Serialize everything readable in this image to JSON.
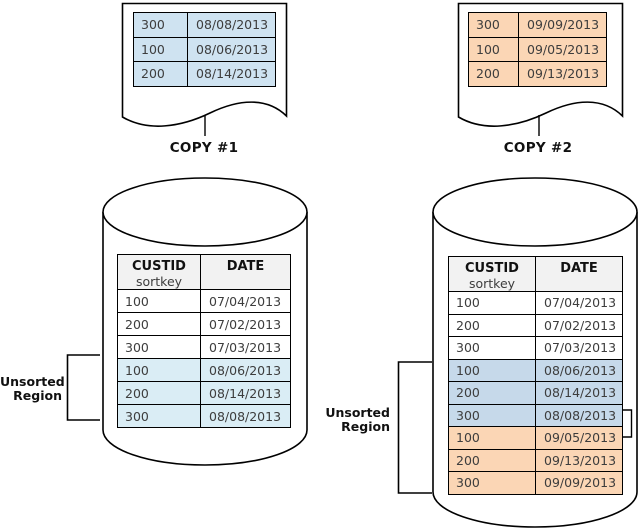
{
  "colors": {
    "copy1-fill": "#cfe3f1",
    "copy2-fill": "#fbd6b5",
    "unsorted1-fill": "#daedf5",
    "unsorted2-blue-fill": "#c6d9ea",
    "header-fill": "#f2f2f2",
    "line": "#000000",
    "text": "#3d3d3d"
  },
  "copy1": {
    "label": "COPY #1",
    "rows": [
      {
        "custid": "300",
        "date": "08/08/2013"
      },
      {
        "custid": "100",
        "date": "08/06/2013"
      },
      {
        "custid": "200",
        "date": "08/14/2013"
      }
    ]
  },
  "copy2": {
    "label": "COPY #2",
    "rows": [
      {
        "custid": "300",
        "date": "09/09/2013"
      },
      {
        "custid": "100",
        "date": "09/05/2013"
      },
      {
        "custid": "200",
        "date": "09/13/2013"
      }
    ]
  },
  "header": {
    "custid": "CUSTID",
    "sortkey": "sortkey",
    "date": "DATE"
  },
  "table1": {
    "rows": [
      {
        "custid": "100",
        "date": "07/04/2013"
      },
      {
        "custid": "200",
        "date": "07/02/2013"
      },
      {
        "custid": "300",
        "date": "07/03/2013"
      },
      {
        "custid": "100",
        "date": "08/06/2013"
      },
      {
        "custid": "200",
        "date": "08/14/2013"
      },
      {
        "custid": "300",
        "date": "08/08/2013"
      }
    ]
  },
  "table2": {
    "rows": [
      {
        "custid": "100",
        "date": "07/04/2013"
      },
      {
        "custid": "200",
        "date": "07/02/2013"
      },
      {
        "custid": "300",
        "date": "07/03/2013"
      },
      {
        "custid": "100",
        "date": "08/06/2013"
      },
      {
        "custid": "200",
        "date": "08/14/2013"
      },
      {
        "custid": "300",
        "date": "08/08/2013"
      },
      {
        "custid": "100",
        "date": "09/05/2013"
      },
      {
        "custid": "200",
        "date": "09/13/2013"
      },
      {
        "custid": "300",
        "date": "09/09/2013"
      }
    ]
  },
  "unsorted_label": {
    "line1": "Unsorted",
    "line2": "Region"
  }
}
